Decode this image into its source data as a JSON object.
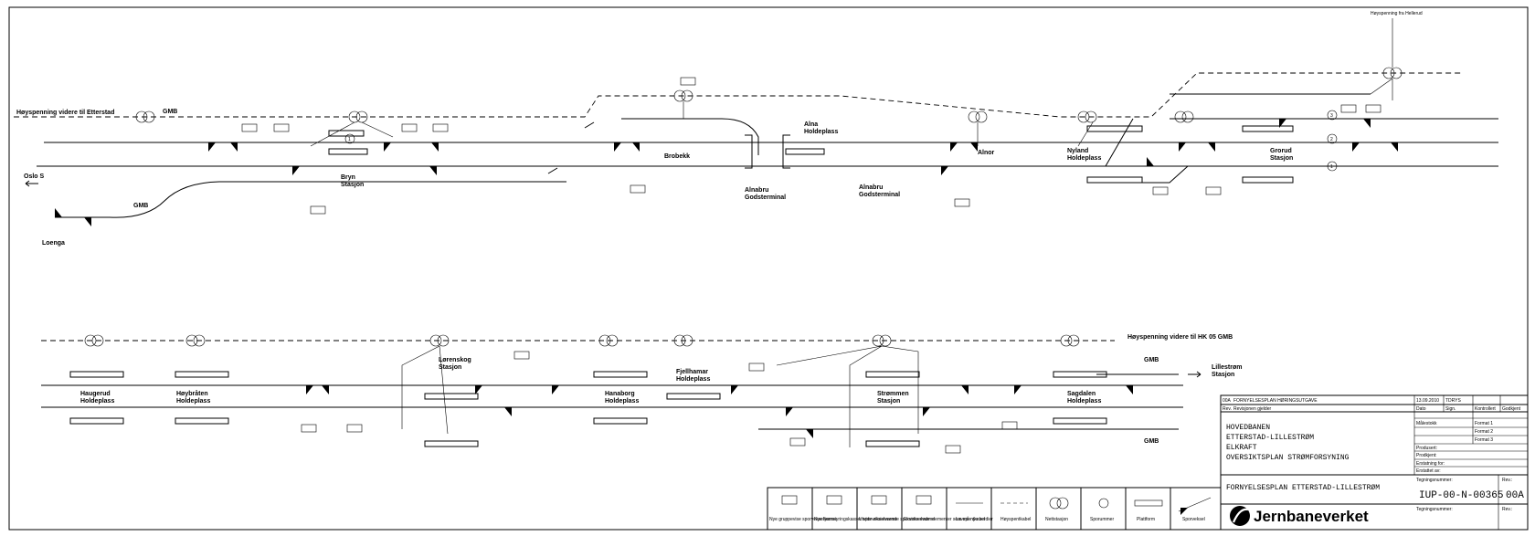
{
  "top": {
    "hv_left": "Høyspenning videre til Etterstad",
    "gmb_1": "GMB",
    "oslo": "Oslo S",
    "gmb_2": "GMB",
    "loenga": "Loenga",
    "bryn_1": "Bryn",
    "bryn_2": "Stasjon",
    "brobekk": "Brobekk",
    "alnabru_g1_1": "Alnabru",
    "alnabru_g1_2": "Godsterminal",
    "alna_1": "Alna",
    "alna_2": "Holdeplass",
    "alnabru_g2_1": "Alnabru",
    "alnabru_g2_2": "Godsterminal",
    "alnor": "Alnor",
    "nyland_1": "Nyland",
    "nyland_2": "Holdeplass",
    "grorud_1": "Grorud",
    "grorud_2": "Stasjon",
    "hv_hellerud": "Høyspenning fra Hellerud",
    "spor": [
      "1",
      "2",
      "3"
    ]
  },
  "bottom": {
    "hv_right": "Høyspenning videre til HK 05 GMB",
    "haugerud_1": "Haugerud",
    "haugerud_2": "Holdeplass",
    "hoybraten_1": "Høybråten",
    "hoybraten_2": "Holdeplass",
    "lorenskog_1": "Lørenskog",
    "lorenskog_2": "Stasjon",
    "hanaborg_1": "Hanaborg",
    "hanaborg_2": "Holdeplass",
    "fjellhamar_1": "Fjellhamar",
    "fjellhamar_2": "Holdeplass",
    "strommen_1": "Strømmen",
    "strommen_2": "Stasjon",
    "sagdalen_1": "Sagdalen",
    "sagdalen_2": "Holdeplass",
    "lillestrom_1": "Lillestrøm",
    "lillestrom_2": "Stasjon",
    "gmb_a": "GMB",
    "gmb_b": "GMB"
  },
  "legend": [
    "Nye gruppevise sporvekselvarme",
    "Nye fjernstyringskasser sporvekselvarme",
    "Utvide eksisterende sporvekselvarme",
    "Eksisterende elementer som må nye verdier",
    "Lavspentkabel",
    "Høyspentkabel",
    "Nettstasjon",
    "Sporummer",
    "Plattform",
    "Sporveksel"
  ],
  "titleblock": {
    "rev_code": "00A",
    "rev_text": "FORNYELSESPLAN HØRINGSUTGAVE",
    "rev_date": "13.09.2010",
    "rev_sign": "TDRYS",
    "hdr_rev": "Rev.",
    "hdr_desc": "Revisjonen gjelder",
    "hdr_date": "Dato",
    "hdr_sign": "Sign.",
    "hdr_kontr": "Kontrollert",
    "hdr_godkj": "Godkjent",
    "t1": "HOVEDBANEN",
    "t2": "ETTERSTAD-LILLESTRØM",
    "t3": "ELKRAFT",
    "t4": "OVERSIKTSPLAN STRØMFORSYNING",
    "malestokk": "Målestokk",
    "format_1": "Format 1",
    "format_2": "Format 2",
    "format_3": "Format 3",
    "produsert": "Produsert:",
    "prodkjent": "Prodkjent:",
    "erstatning": "Erstatning for:",
    "erstattet": "Erstattet av:",
    "project": "FORNYELSESPLAN ETTERSTAD-LILLESTRØM",
    "tegnr_label": "Tegningsnummer:",
    "drawing_no": "IUP-00-N-00365",
    "rev_label": "Rev.:",
    "rev_value": "00A",
    "tegnr_label2": "Tegningsnummer:",
    "rev_label2": "Rev.:",
    "logo": "Jernbaneverket"
  }
}
